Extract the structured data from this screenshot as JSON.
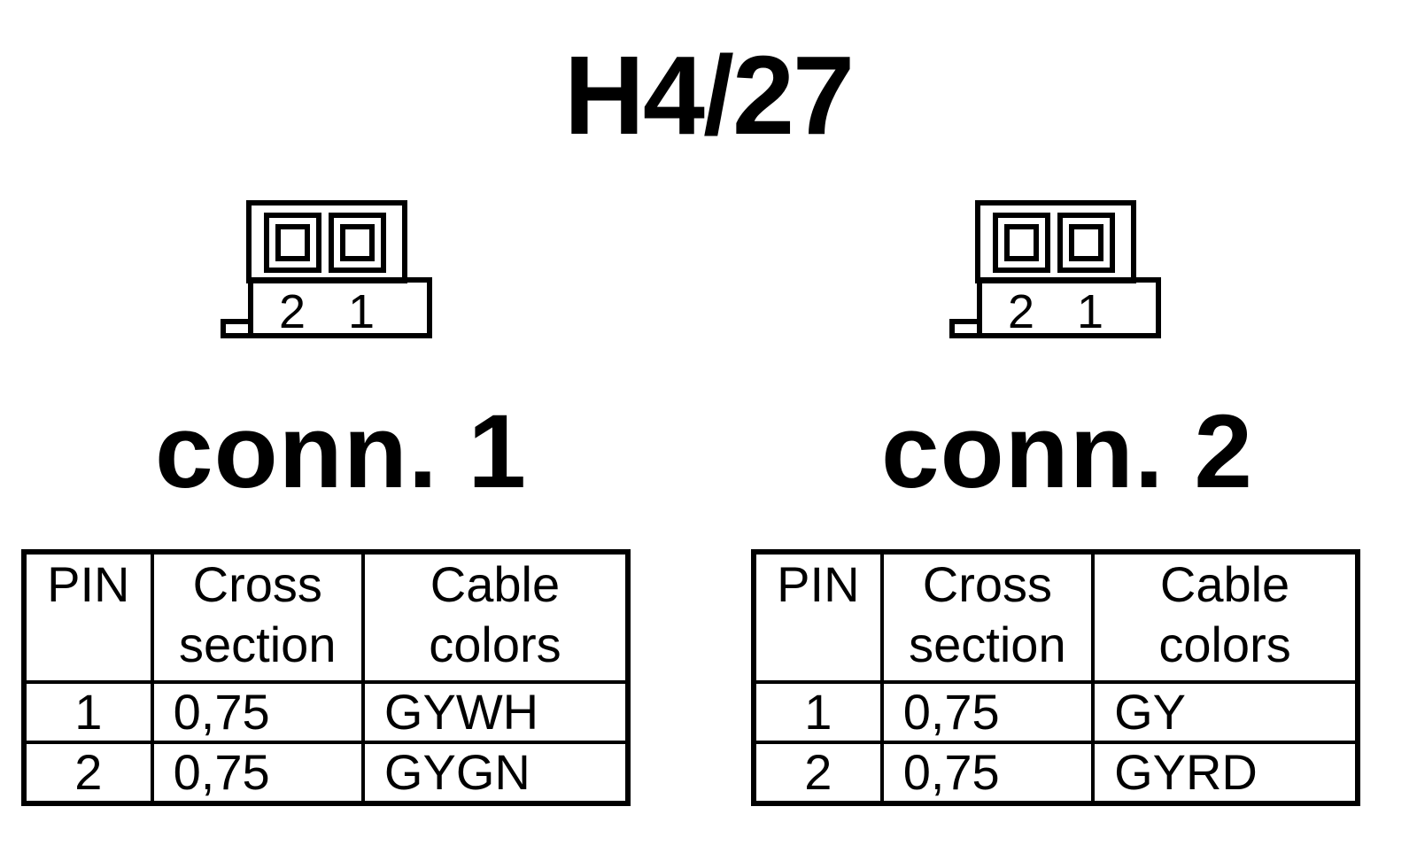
{
  "title": "H4/27",
  "connectors": [
    {
      "label": "conn. 1",
      "pin_numbers": [
        "2",
        "1"
      ],
      "table": {
        "headers": [
          [
            "PIN"
          ],
          [
            "Cross",
            "section"
          ],
          [
            "Cable",
            "colors"
          ]
        ],
        "rows": [
          {
            "pin": "1",
            "cross_section": "0,75",
            "color": "GYWH"
          },
          {
            "pin": "2",
            "cross_section": "0,75",
            "color": "GYGN"
          }
        ]
      }
    },
    {
      "label": "conn. 2",
      "pin_numbers": [
        "2",
        "1"
      ],
      "table": {
        "headers": [
          [
            "PIN"
          ],
          [
            "Cross",
            "section"
          ],
          [
            "Cable",
            "colors"
          ]
        ],
        "rows": [
          {
            "pin": "1",
            "cross_section": "0,75",
            "color": "GY"
          },
          {
            "pin": "2",
            "cross_section": "0,75",
            "color": "GYRD"
          }
        ]
      }
    }
  ]
}
